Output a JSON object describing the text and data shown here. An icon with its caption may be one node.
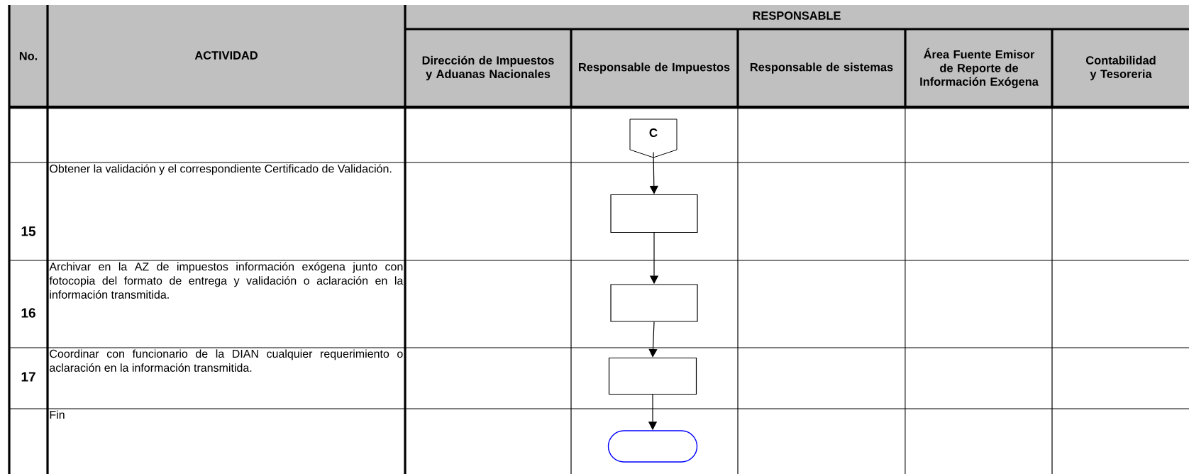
{
  "diagram": {
    "nodes": [
      {
        "text": [
          "C"
        ]
      },
      {
        "text": [],
        "shape": "box"
      },
      {
        "text": [],
        "shape": "box"
      },
      {
        "text": [],
        "shape": "box"
      },
      {
        "text": [],
        "shape": "capsule"
      }
    ],
    "edges": [
      {
        "from": 0,
        "to": 1,
        "arrow": "to"
      },
      {
        "from": 1,
        "to": 2,
        "arrow": "to"
      },
      {
        "from": 2,
        "to": 3,
        "arrow": "to"
      },
      {
        "from": 3,
        "to": 4,
        "arrow": "to"
      }
    ],
    "labels": [
      "No.",
      "ACTIVIDAD",
      "RESPONSABLE",
      "Dirección de Impuestos y Aduanas Nacionales",
      "Responsable de Impuestos",
      "Responsable de sistemas",
      "Área Fuente Emisor de Reporte de Información Exógena",
      "Contabilidad y Tesoreria",
      "15",
      "Obtener la validación y el correspondiente Certificado de Validación.",
      "16",
      "Archivar en la AZ de impuestos información exógena junto con fotocopia del formato de entrega y validación o aclaración en la información transmitida.",
      "17",
      "Coordinar con funcionario de la DIAN cualquier requerimiento o aclaración en la información transmitida.",
      "Fin"
    ]
  }
}
